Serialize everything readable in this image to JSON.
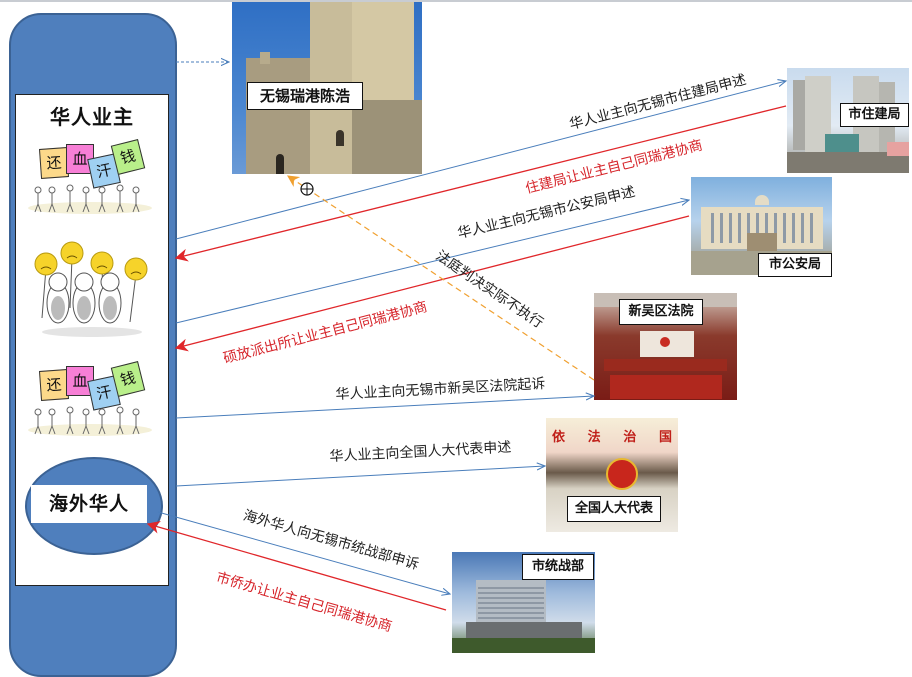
{
  "diagram": {
    "left_panel": {
      "title": "华人业主",
      "sign_group_1": [
        "还",
        "血",
        "汗",
        "钱"
      ],
      "sign_group_2": [
        "还",
        "血",
        "汗",
        "钱"
      ],
      "sad_faces_image": "sad-protest-illustration",
      "overseas_group": "海外华人"
    },
    "nodes": {
      "developer": "无锡瑞港陈浩",
      "housing_bureau": "市住建局",
      "police_bureau": "市公安局",
      "court": "新吴区法院",
      "npc": "全国人大代表",
      "npc_banner": [
        "依",
        "法",
        "治",
        "国"
      ],
      "united_front": "市统战部"
    },
    "edges": [
      {
        "id": "to-housing",
        "text": "华人业主向无锡市住建局申述",
        "color": "#4a7ebb",
        "type": "request"
      },
      {
        "id": "from-housing",
        "text": "住建局让业主自己同瑞港协商",
        "color": "#e0262a",
        "type": "response"
      },
      {
        "id": "to-police",
        "text": "华人业主向无锡市公安局申述",
        "color": "#4a7ebb",
        "type": "request"
      },
      {
        "id": "from-police",
        "text": "硕放派出所让业主自己同瑞港协商",
        "color": "#e0262a",
        "type": "response"
      },
      {
        "id": "court-to-developer",
        "text": "法庭判决实际不执行",
        "color": "#f0a030",
        "type": "dashed"
      },
      {
        "id": "to-court",
        "text": "华人业主向无锡市新吴区法院起诉",
        "color": "#4a7ebb",
        "type": "request"
      },
      {
        "id": "to-npc",
        "text": "华人业主向全国人大代表申述",
        "color": "#4a7ebb",
        "type": "request"
      },
      {
        "id": "to-united-front",
        "text": "海外华人向无锡市统战部申诉",
        "color": "#4a7ebb",
        "type": "request"
      },
      {
        "id": "from-overseas-office",
        "text": "市侨办让业主自己同瑞港协商",
        "color": "#e0262a",
        "type": "response"
      }
    ],
    "colors": {
      "panel_blue": "#4f7fbd",
      "request_line": "#4a7ebb",
      "response_line": "#e0262a",
      "dashed_line": "#f0a030"
    }
  }
}
